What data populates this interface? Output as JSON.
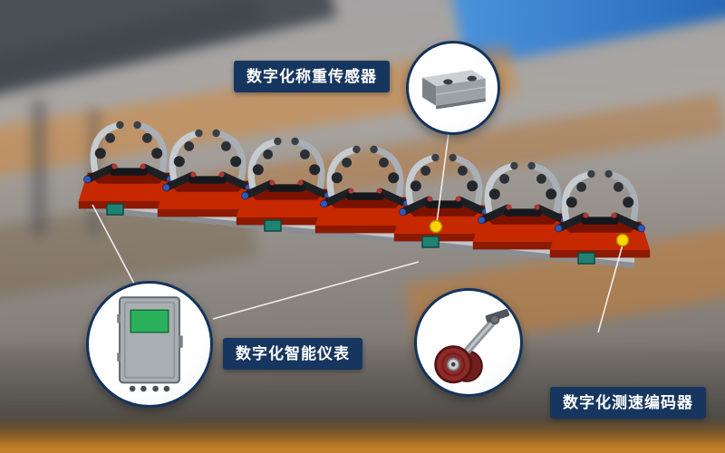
{
  "labels": {
    "weighing_sensor": "数字化称重传感器",
    "smart_instrument": "数字化智能仪表",
    "speed_encoder": "数字化测速编码器"
  },
  "icons": {
    "load_cell": "load-cell-icon",
    "instrument_cabinet": "instrument-cabinet-icon",
    "speed_encoder_wheel": "speed-encoder-wheel-icon",
    "position_marker": "yellow-dot-marker"
  },
  "colors": {
    "label_background": "#16365f",
    "label_text": "#ffffff",
    "callout_border": "#14335c",
    "callout_background": "#ffffff",
    "marker_yellow": "#ffd400",
    "machine_red": "#c62800",
    "machine_frame_gray": "#c3c6c9",
    "display_teal": "#1f8272",
    "banner_blue": "#2a6fc0",
    "background_orange": "#c97a2e"
  }
}
